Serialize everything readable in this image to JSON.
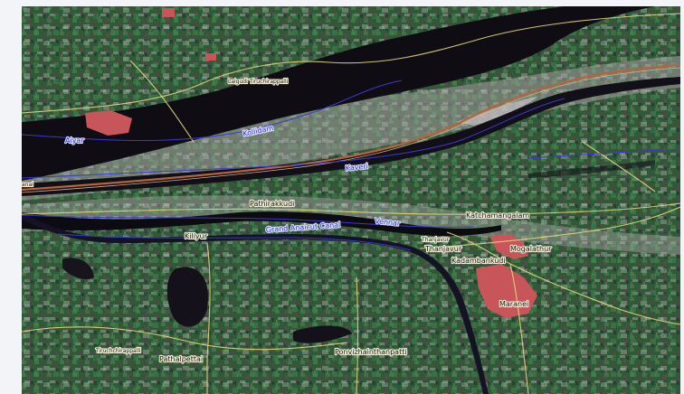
{
  "map": {
    "place_labels": [
      {
        "id": "lalgudi-tiruchirappalli",
        "text": "Lalgudi Tiruchirappalli"
      },
      {
        "id": "pathirakkudi",
        "text": "Pathirakkudi"
      },
      {
        "id": "kiliyur",
        "text": "Kiliyur"
      },
      {
        "id": "katchamangalam",
        "text": "Katchamangalam"
      },
      {
        "id": "thanjavur-small",
        "text": "Thanjavur"
      },
      {
        "id": "thanjavur",
        "text": "Thanjavur"
      },
      {
        "id": "mogalathur",
        "text": "Mogalathur"
      },
      {
        "id": "kadambankudi",
        "text": "Kadambankudi"
      },
      {
        "id": "maranei",
        "text": "Maranei"
      },
      {
        "id": "tiruchchirappalli",
        "text": "Tiruchchirappalli"
      },
      {
        "id": "pathalpettai",
        "text": "Pathalpettai"
      },
      {
        "id": "ponvizhainthanpatti",
        "text": "Ponvizhainthanpatti"
      },
      {
        "id": "anai",
        "text": "anai"
      }
    ],
    "water_labels": [
      {
        "id": "aiyar",
        "text": "Aiyar"
      },
      {
        "id": "kollidam",
        "text": "Kollidam"
      },
      {
        "id": "kaveri",
        "text": "Kaveri"
      },
      {
        "id": "vennar",
        "text": "Vennar"
      },
      {
        "id": "grand-anaicut-canal",
        "text": "Grand Anaicut Canal"
      }
    ],
    "colors": {
      "vegetation": "#2f5a38",
      "urban": "#c8555a",
      "river": "#0f0c14",
      "road": "#e6d87a",
      "rail": "#b5653a",
      "waterway_line": "#3a3ad0"
    }
  }
}
